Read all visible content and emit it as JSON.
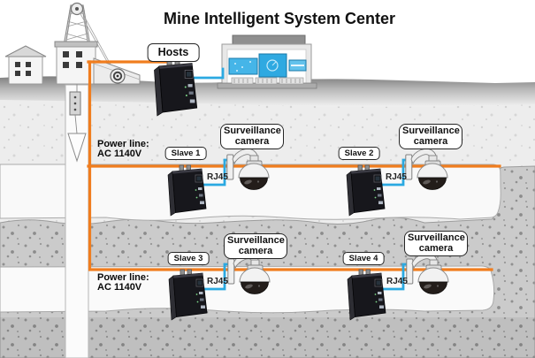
{
  "title": "Mine Intelligent System Center",
  "colors": {
    "power_line": "#F07D1E",
    "network_cable": "#2BA9E1",
    "device_body": "#17171c",
    "label_border": "#262626"
  },
  "hosts": {
    "label": "Hosts"
  },
  "rows": [
    {
      "power_caption": {
        "line1": "Power line:",
        "line2": "AC 1140V"
      },
      "slaves": [
        {
          "label": "Slave 1",
          "port_label": "RJ45",
          "camera_label": "Surveillance camera"
        },
        {
          "label": "Slave 2",
          "port_label": "RJ45",
          "camera_label": "Surveillance camera"
        }
      ]
    },
    {
      "power_caption": {
        "line1": "Power line:",
        "line2": "AC 1140V"
      },
      "slaves": [
        {
          "label": "Slave 3",
          "port_label": "RJ45",
          "camera_label": "Surveillance camera"
        },
        {
          "label": "Slave 4",
          "port_label": "RJ45",
          "camera_label": "Surveillance camera"
        }
      ]
    }
  ]
}
